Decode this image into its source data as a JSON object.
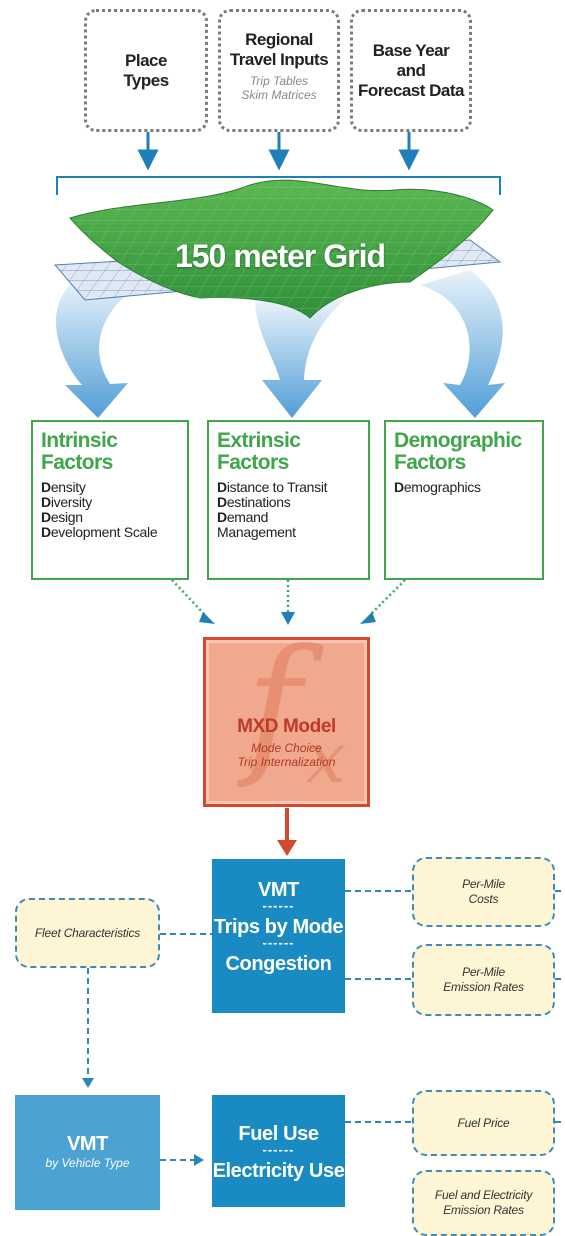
{
  "inputs": {
    "place_types": "Place\nTypes",
    "regional": {
      "title": "Regional\nTravel Inputs",
      "sub": "Trip Tables\nSkim Matrices"
    },
    "base_year": "Base Year\nand\nForecast Data"
  },
  "grid_label": "150 meter Grid",
  "factors": {
    "intrinsic": {
      "title": "Intrinsic\nFactors",
      "items": [
        {
          "d": "D",
          "rest": "ensity"
        },
        {
          "d": "D",
          "rest": "iversity"
        },
        {
          "d": "D",
          "rest": "esign"
        },
        {
          "d": "D",
          "rest": "evelopment Scale"
        }
      ]
    },
    "extrinsic": {
      "title": "Extrinsic\nFactors",
      "items": [
        {
          "d": "D",
          "rest": "istance to Transit"
        },
        {
          "d": "D",
          "rest": "estinations"
        },
        {
          "d": "D",
          "rest": "emand\nManagement"
        }
      ]
    },
    "demographic": {
      "title": "Demographic\nFactors",
      "items": [
        {
          "d": "D",
          "rest": "emographics"
        }
      ]
    }
  },
  "mxd": {
    "symbol": "f",
    "subscript": "x",
    "title": "MXD Model",
    "sub": "Mode Choice\nTrip Internalization"
  },
  "outputs1": {
    "vmt": "VMT",
    "sep1": "------",
    "trips": "Trips by Mode",
    "sep2": "------",
    "congestion": "Congestion"
  },
  "fleet": "Fleet Characteristics",
  "per_mile_costs": "Per-Mile\nCosts",
  "per_mile_emissions": "Per-Mile\nEmission Rates",
  "vmt_vehicle": {
    "title": "VMT",
    "sub": "by Vehicle Type"
  },
  "outputs2": {
    "fuel": "Fuel Use",
    "sep": "------",
    "electricity": "Electricity Use"
  },
  "fuel_price": "Fuel Price",
  "fuel_emissions": "Fuel and Electricity\nEmission Rates",
  "colors": {
    "green": "#3fa64a",
    "blue": "#1a8ac2",
    "mxd_fill": "#f0a98e",
    "mxd_border": "#d24a2c",
    "yellow": "#fdf5d3"
  }
}
